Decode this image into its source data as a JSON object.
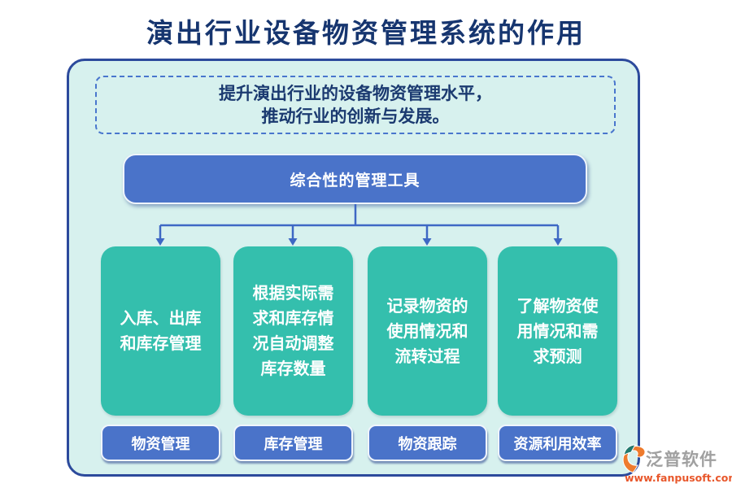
{
  "page": {
    "title": "演出行业设备物资管理系统的作用"
  },
  "banner": {
    "lines": [
      "提升演出行业的设备物资管理水平，",
      "推动行业的创新与发展。"
    ]
  },
  "root_node": {
    "label": "综合性的管理工具"
  },
  "cards": [
    {
      "lines": [
        "入库、出库",
        "和库存管理"
      ],
      "tag": "物资管理"
    },
    {
      "lines": [
        "根据实际需",
        "求和库存情",
        "况自动调整",
        "库存数量"
      ],
      "tag": "库存管理"
    },
    {
      "lines": [
        "记录物资的",
        "使用情况和",
        "流转过程"
      ],
      "tag": "物资跟踪"
    },
    {
      "lines": [
        "了解物资使",
        "用情况和需",
        "求预测"
      ],
      "tag": "资源利用效率"
    }
  ],
  "watermark": {
    "brand": "泛普软件",
    "url": "www.fanpusoft.com"
  },
  "colors": {
    "title_text": "#16356f",
    "container_bg": "#d7f1ee",
    "container_border": "#2c4a9c",
    "dashed_border": "#4976cd",
    "node_blue": "#4a73c9",
    "card_teal": "#34bfad",
    "connector_blue": "#3e68c4",
    "watermark_orange": "#e8572b",
    "watermark_gray": "#a0a0a0"
  }
}
